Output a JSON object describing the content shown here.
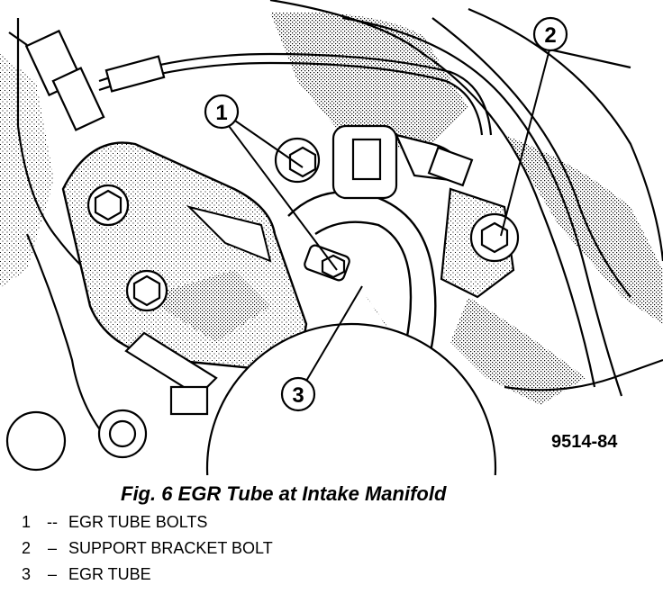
{
  "figure": {
    "drawing_id": "9514-84",
    "caption": "Fig. 6 EGR Tube at Intake Manifold",
    "callouts": [
      {
        "number": "1"
      },
      {
        "number": "2"
      },
      {
        "number": "3"
      }
    ]
  },
  "legend": [
    {
      "number": "1",
      "separator": "--",
      "text": "EGR TUBE BOLTS"
    },
    {
      "number": "2",
      "separator": "–",
      "text": "SUPPORT BRACKET BOLT"
    },
    {
      "number": "3",
      "separator": "–",
      "text": "EGR TUBE"
    }
  ]
}
